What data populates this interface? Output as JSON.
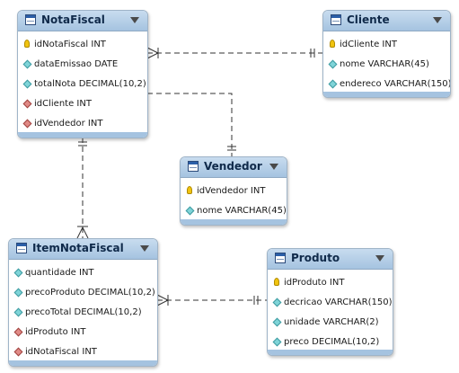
{
  "entities": {
    "notafiscal": {
      "title": "NotaFiscal",
      "columns": [
        {
          "kind": "pk",
          "text": "idNotaFiscal INT"
        },
        {
          "kind": "attr",
          "text": "dataEmissao DATE"
        },
        {
          "kind": "attr",
          "text": "totalNota DECIMAL(10,2)"
        },
        {
          "kind": "fk",
          "text": "idCliente INT"
        },
        {
          "kind": "fk",
          "text": "idVendedor INT"
        }
      ]
    },
    "cliente": {
      "title": "Cliente",
      "columns": [
        {
          "kind": "pk",
          "text": "idCliente INT"
        },
        {
          "kind": "attr",
          "text": "nome VARCHAR(45)"
        },
        {
          "kind": "attr",
          "text": "endereco VARCHAR(150)"
        }
      ]
    },
    "vendedor": {
      "title": "Vendedor",
      "columns": [
        {
          "kind": "pk",
          "text": "idVendedor INT"
        },
        {
          "kind": "attr",
          "text": "nome VARCHAR(45)"
        }
      ]
    },
    "itemnotafiscal": {
      "title": "ItemNotaFiscal",
      "columns": [
        {
          "kind": "attr",
          "text": "quantidade INT"
        },
        {
          "kind": "attr",
          "text": "precoProduto DECIMAL(10,2)"
        },
        {
          "kind": "attr",
          "text": "precoTotal DECIMAL(10,2)"
        },
        {
          "kind": "fk",
          "text": "idProduto INT"
        },
        {
          "kind": "fk",
          "text": "idNotaFiscal INT"
        }
      ]
    },
    "produto": {
      "title": "Produto",
      "columns": [
        {
          "kind": "pk",
          "text": "idProduto INT"
        },
        {
          "kind": "attr",
          "text": "decricao VARCHAR(150)"
        },
        {
          "kind": "attr",
          "text": "unidade VARCHAR(2)"
        },
        {
          "kind": "attr",
          "text": "preco DECIMAL(10,2)"
        }
      ]
    }
  },
  "colors": {
    "header": "#a5c3e0",
    "border": "#9fb4c8",
    "title_text": "#102a4a",
    "line": "#333333"
  }
}
